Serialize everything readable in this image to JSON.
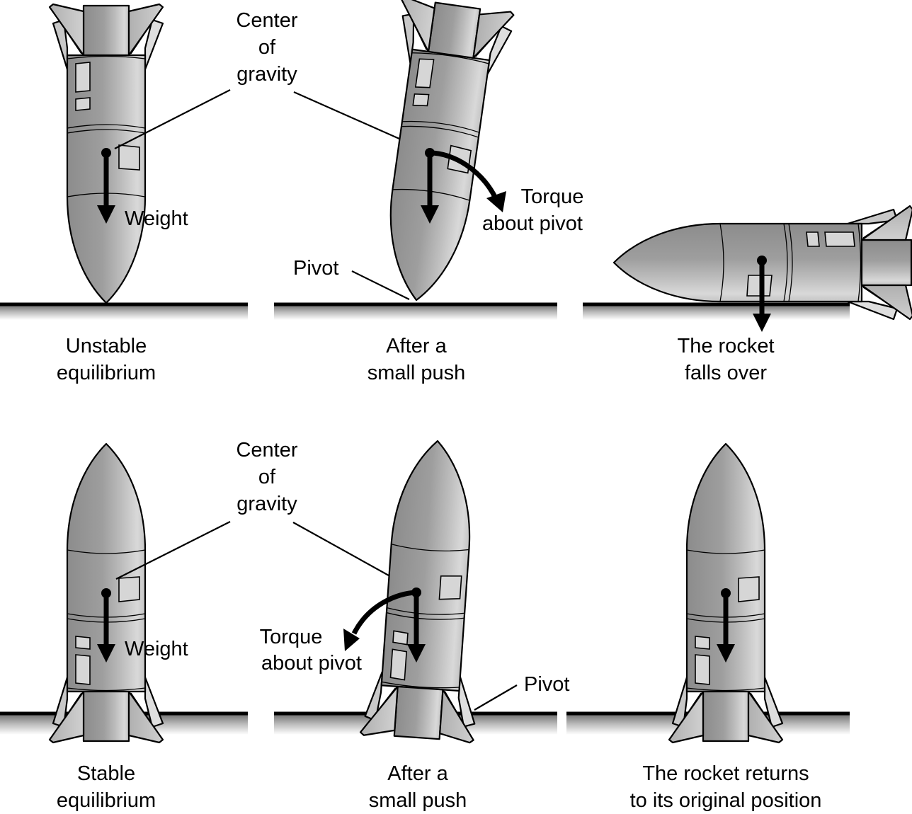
{
  "figure": {
    "topic": "Rocket stability: stable vs. unstable equilibrium",
    "colors": {
      "rocket_dark": "#8e8e8e",
      "rocket_mid": "#a8a8a8",
      "rocket_light": "#d8d8d8",
      "window": "#d6d6d6",
      "ink": "#000000",
      "background": "#ffffff"
    }
  },
  "rows": [
    {
      "id": "unstable",
      "panels": [
        {
          "caption": [
            "Unstable",
            "equilibrium"
          ],
          "labels": {
            "weight": "Weight"
          }
        },
        {
          "caption": [
            "After a",
            "small push"
          ],
          "labels": {
            "torque": [
              "Torque",
              "about pivot"
            ],
            "pivot": "Pivot"
          }
        },
        {
          "caption": [
            "The rocket",
            "falls over"
          ]
        }
      ],
      "center_of_gravity_label": [
        "Center",
        "of",
        "gravity"
      ]
    },
    {
      "id": "stable",
      "panels": [
        {
          "caption": [
            "Stable",
            "equilibrium"
          ],
          "labels": {
            "weight": "Weight"
          }
        },
        {
          "caption": [
            "After a",
            "small push"
          ],
          "labels": {
            "torque": [
              "Torque",
              "about pivot"
            ],
            "pivot": "Pivot"
          }
        },
        {
          "caption": [
            "The rocket returns",
            "to its original position"
          ]
        }
      ],
      "center_of_gravity_label": [
        "Center",
        "of",
        "gravity"
      ]
    }
  ]
}
